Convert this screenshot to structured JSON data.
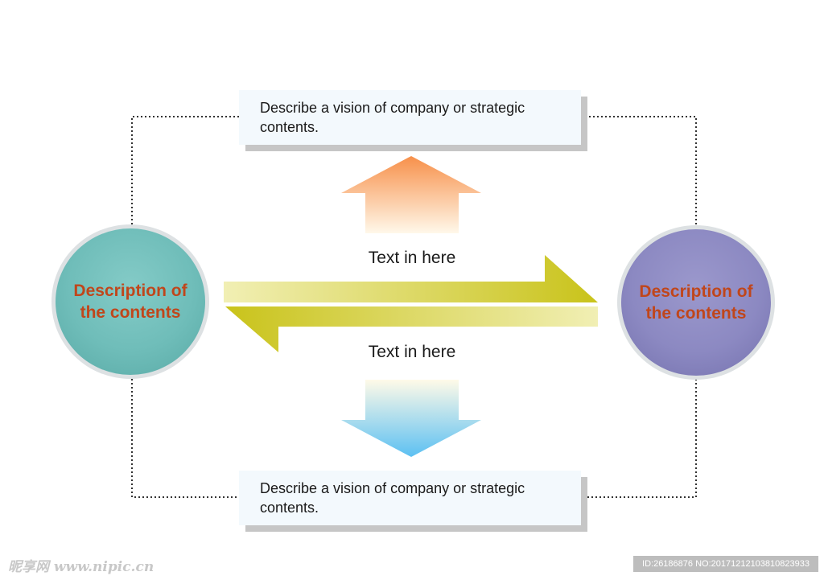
{
  "top_box": {
    "text": "Describe a vision of company or strategic contents."
  },
  "bottom_box": {
    "text": "Describe a vision of company or strategic contents."
  },
  "left_circle": {
    "label": "Description of the contents",
    "color": "#6fbdb9"
  },
  "right_circle": {
    "label": "Description of the contents",
    "color": "#8c89c2"
  },
  "labels": {
    "upper": "Text in here",
    "lower": "Text in here"
  },
  "colors": {
    "circle_text": "#c0461b",
    "up_arrow": "#f7904a",
    "down_arrow": "#5cc0f2",
    "horizontal_arrows": "#c9c31a"
  },
  "watermark": {
    "left": "昵享网 www.nipic.cn",
    "right": "ID:26186876 NO:20171212103810823933"
  }
}
